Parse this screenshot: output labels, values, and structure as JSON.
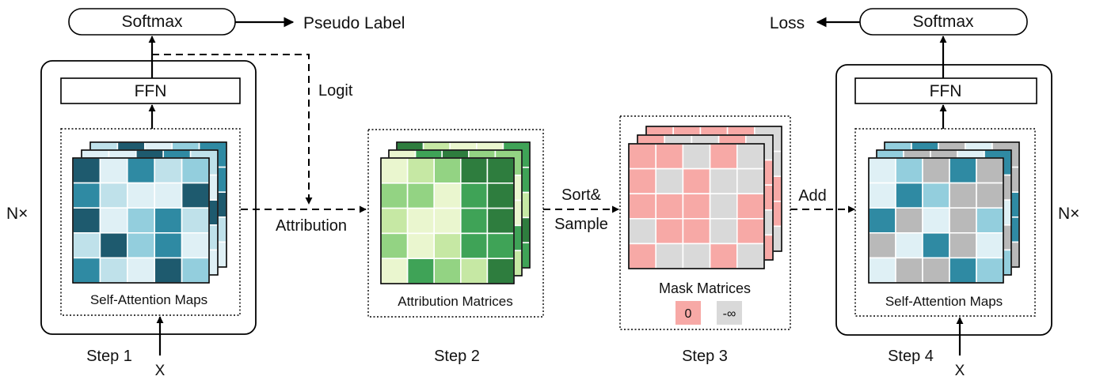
{
  "labels": {
    "softmax_left": "Softmax",
    "pseudo_label": "Pseudo Label",
    "logit": "Logit",
    "ffn_left": "FFN",
    "nx_left": "N×",
    "attribution": "Attribution",
    "self_attention_left": "Self-Attention Maps",
    "step1": "Step 1",
    "x_left": "X",
    "attribution_matrices": "Attribution Matrices",
    "step2": "Step 2",
    "sort": "Sort&",
    "sample": "Sample",
    "mask_matrices": "Mask Matrices",
    "legend_zero": "0",
    "legend_neg_inf": "-∞",
    "step3": "Step 3",
    "add": "Add",
    "loss": "Loss",
    "softmax_right": "Softmax",
    "ffn_right": "FFN",
    "nx_right": "N×",
    "self_attention_right": "Self-Attention Maps",
    "step4": "Step 4",
    "x_right": "X"
  },
  "colors": {
    "attention": [
      "#1e5a6e",
      "#2f8aa3",
      "#93cedd",
      "#bfe1ea",
      "#dff0f5"
    ],
    "attribution": [
      "#2e7d3e",
      "#3fa357",
      "#93d383",
      "#c6e8a4",
      "#eaf6cf"
    ],
    "mask_zero": "#f7a9a6",
    "mask_neg_inf": "#d9d9d9",
    "masked_attention": [
      "#2f8aa3",
      "#93cedd",
      "#dff0f5",
      "#b9b9b9"
    ]
  },
  "matrices": {
    "attention_left": [
      [
        0,
        4,
        1,
        3,
        2
      ],
      [
        1,
        3,
        4,
        4,
        0
      ],
      [
        0,
        4,
        2,
        1,
        3
      ],
      [
        3,
        0,
        2,
        1,
        4
      ],
      [
        1,
        3,
        4,
        0,
        2
      ]
    ],
    "attribution": [
      [
        4,
        3,
        2,
        0,
        0
      ],
      [
        2,
        2,
        4,
        1,
        0
      ],
      [
        3,
        4,
        4,
        1,
        0
      ],
      [
        2,
        4,
        3,
        1,
        1
      ],
      [
        4,
        1,
        2,
        3,
        0
      ]
    ],
    "mask": [
      [
        0,
        0,
        1,
        0,
        1
      ],
      [
        0,
        1,
        0,
        1,
        1
      ],
      [
        0,
        0,
        0,
        1,
        0
      ],
      [
        1,
        0,
        0,
        1,
        0
      ],
      [
        0,
        1,
        1,
        0,
        1
      ]
    ],
    "attention_right": [
      [
        2,
        1,
        3,
        0,
        3
      ],
      [
        2,
        0,
        1,
        3,
        3
      ],
      [
        0,
        3,
        2,
        3,
        1
      ],
      [
        3,
        2,
        0,
        3,
        2
      ],
      [
        2,
        3,
        3,
        0,
        1
      ]
    ]
  }
}
